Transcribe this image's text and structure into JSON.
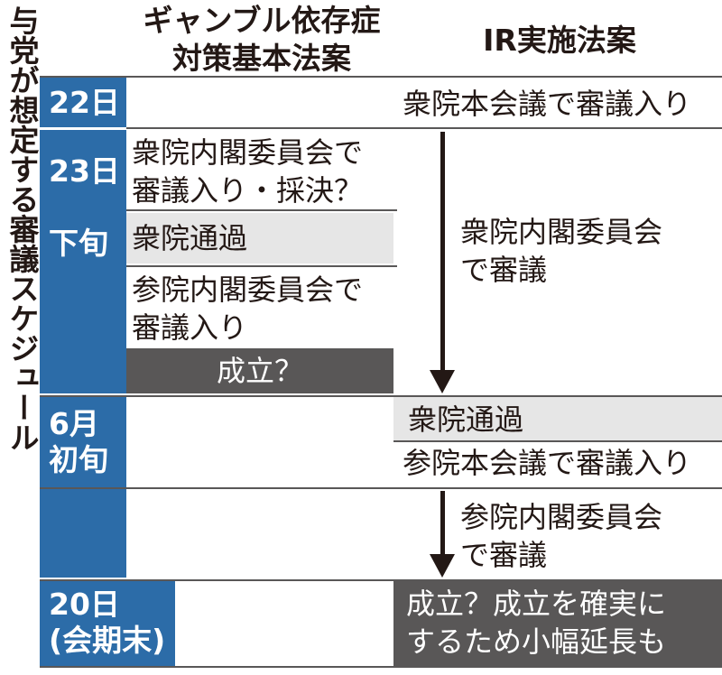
{
  "title": "与党が想定する審議スケジュール",
  "columns": {
    "gambling": "ギャンブル依存症\n対策基本法案",
    "ir": "IR実施法案"
  },
  "dates": {
    "d22": "22日",
    "d23": "23日",
    "late": "下旬",
    "june": "6月\n初旬",
    "d20": "20日\n(会期末)"
  },
  "gambling_cells": {
    "c1": "衆院内閣委員会で\n審議入り・採決？",
    "c2": "衆院通過",
    "c3": "参院内閣委員会で\n審議入り",
    "c4": "成立？"
  },
  "ir_cells": {
    "c1": "衆院本会議で審議入り",
    "c2": "衆院内閣委員会\nで審議",
    "c3": "衆院通過",
    "c4": "参院本会議で審議入り",
    "c5": "参院内閣委員会\nで審議",
    "c6": "成立？成立を確実に\nするため小幅延長も"
  },
  "colors": {
    "date_column": "#2c6ca8",
    "highlight_gray": "#e6e6e6",
    "dark_box": "#595757"
  }
}
